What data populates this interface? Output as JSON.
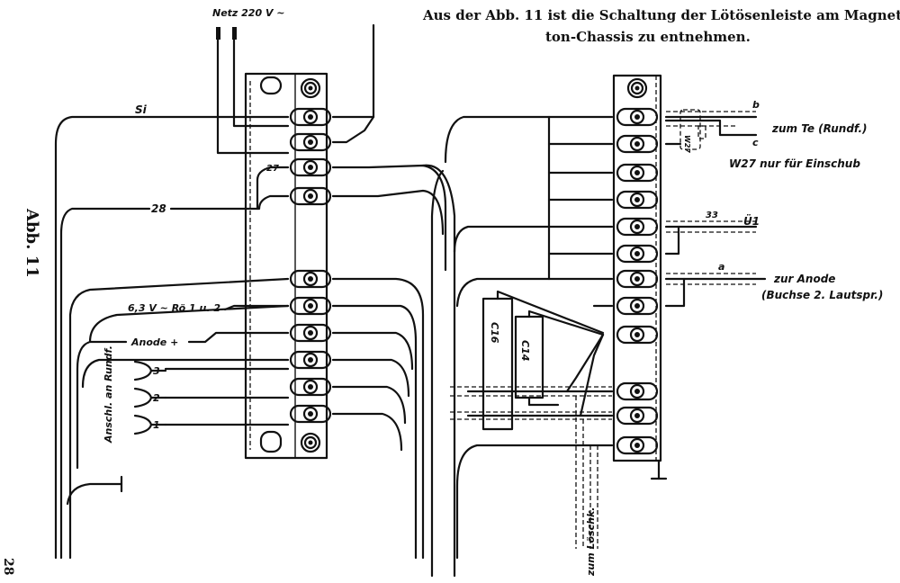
{
  "caption": {
    "line1": "Aus der Abb. 11 ist die Schaltung der Lötösenleiste am Magnet-",
    "line2": "ton-Chassis zu entnehmen."
  },
  "figure_label": "Abb. 11",
  "page_number": "28",
  "left_strip": {
    "netz": "Netz 220 V ~",
    "si": "Si",
    "n27": "27",
    "n28": "28",
    "heater": "6,3 V ~  Rö 1 u. 2",
    "anode": "Anode +",
    "anschl": "Anschl. an Rundf.",
    "jacks": [
      "3",
      "2",
      "1"
    ]
  },
  "right_strip": {
    "b": "b",
    "c": "c",
    "zum_te": "zum Te (Rundf.)",
    "w27_note": "W27 nur für Einschub",
    "w27": "W27",
    "n33": "33",
    "u1": "Ü1",
    "a": "a",
    "zur_anode": "zur Anode",
    "buchse": "(Buchse 2. Lautspr.)",
    "c16": "C16",
    "c14": "C14",
    "zum_loeschk": "zum Löschk."
  }
}
